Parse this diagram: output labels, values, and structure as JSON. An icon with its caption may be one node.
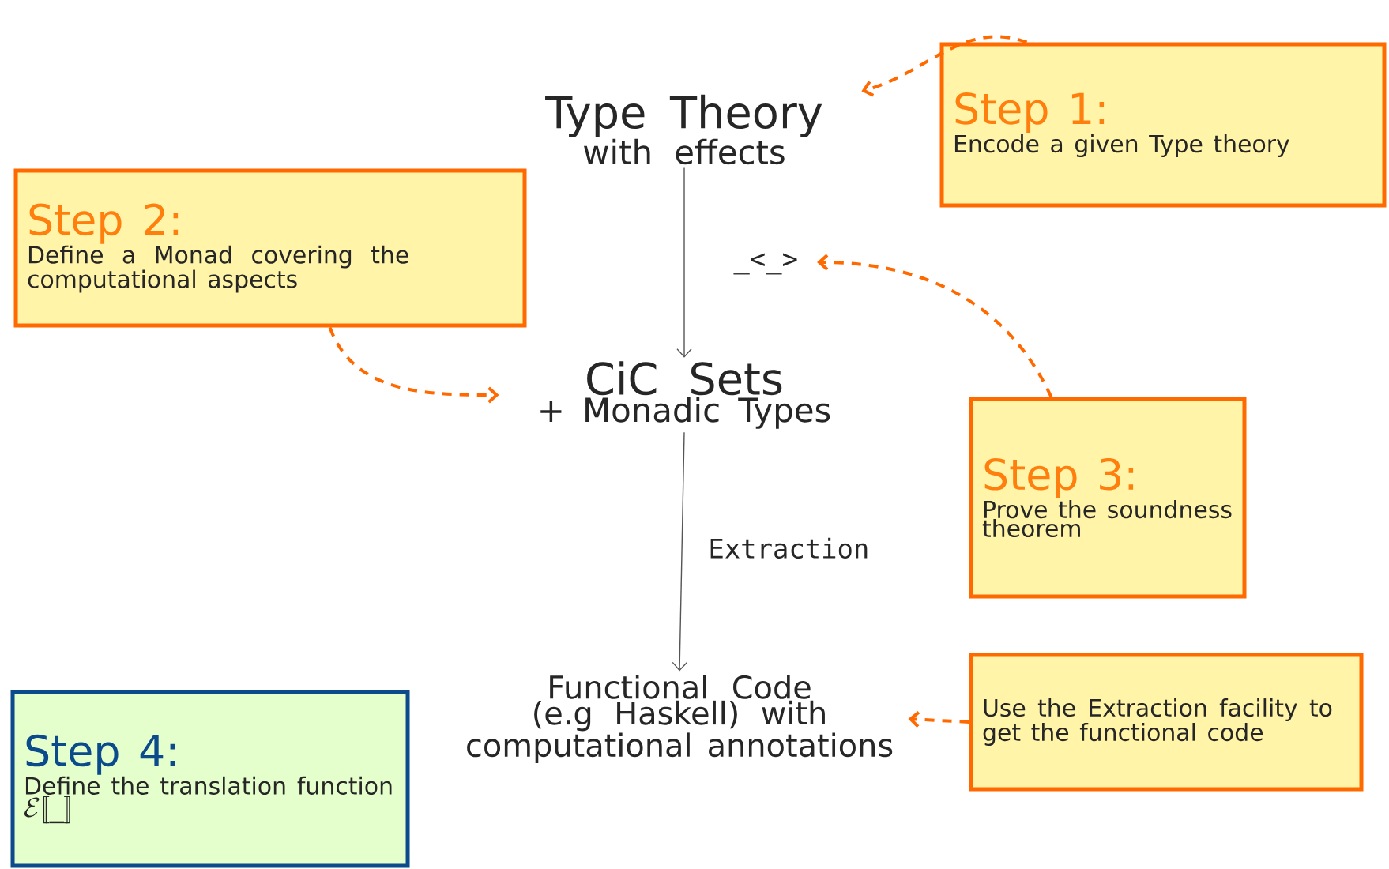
{
  "diagram": {
    "nodes": [
      {
        "text": [
          "Type Theory",
          "with effects"
        ]
      },
      {
        "text": [
          "CiC Sets",
          "+ Monadic Types"
        ]
      },
      {
        "text": [
          "Functional Code (e.g Haskell) with computational annotations"
        ]
      },
      {
        "text": [
          "Step 1:",
          "Encode a given Type theory"
        ]
      },
      {
        "text": [
          "Step 2:",
          "Define a Monad covering the computational aspects"
        ]
      },
      {
        "text": [
          "Step 3:",
          "Prove the soundness theorem"
        ]
      },
      {
        "text": [
          "Use the Extraction facility to get the functional code"
        ]
      },
      {
        "text": [
          "Step 4:",
          "Define the translation function",
          "\\mathcal{E}[\\![\\_]\\!]"
        ]
      }
    ],
    "edges": [
      {
        "from": 0,
        "to": 1,
        "arrow": "to",
        "label": "_<_>",
        "color": "#555555"
      },
      {
        "from": 1,
        "to": 2,
        "arrow": "to",
        "label": "Extraction",
        "color": "#555555"
      },
      {
        "from": 3,
        "to": 0,
        "arrow": "to",
        "style": "dashed"
      },
      {
        "from": 4,
        "to": 1,
        "arrow": "to",
        "style": "dashed"
      },
      {
        "from": 5,
        "to": null,
        "arrow": "to",
        "style": "dashed"
      },
      {
        "from": 6,
        "to": 2,
        "arrow": "to",
        "style": "dashed"
      }
    ]
  }
}
